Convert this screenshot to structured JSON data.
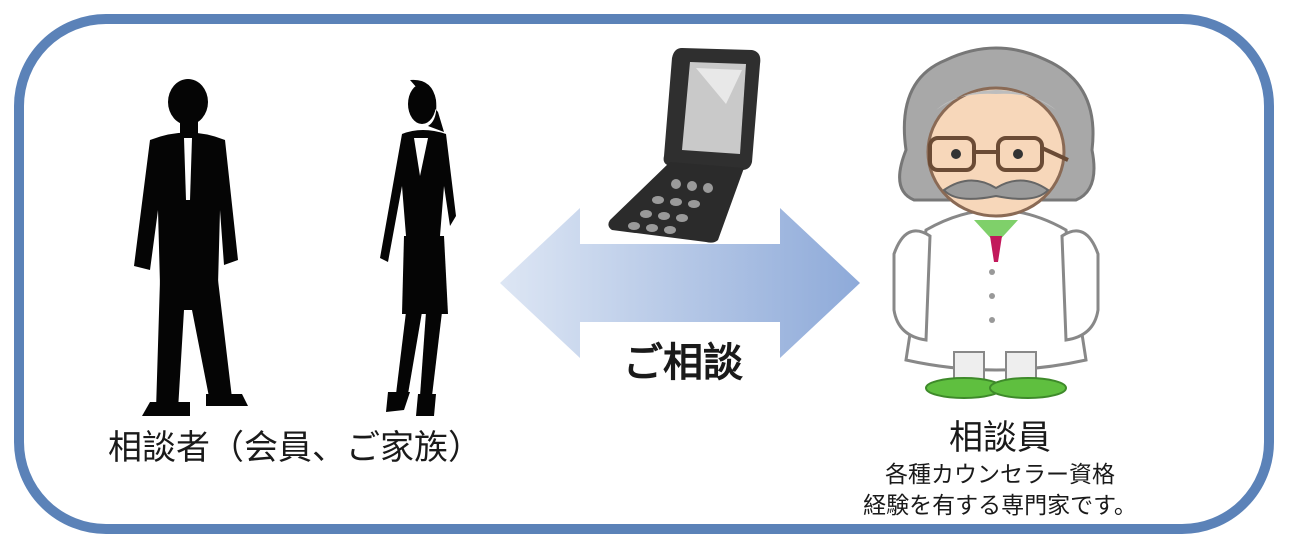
{
  "consulters": {
    "caption": "相談者（会員、ご家族）"
  },
  "arrow": {
    "label": "ご相談"
  },
  "counselor": {
    "title": "相談員",
    "line1": "各種カウンセラー資格",
    "line2": "経験を有する専門家です。"
  },
  "colors": {
    "frame_border": "#5b82b8",
    "arrow_light": "#dde6f4",
    "arrow_dark": "#8eaad9",
    "silhouette": "#050505",
    "phone_body": "#2b2b2b",
    "coat": "#ffffff",
    "hair": "#a8a8a8",
    "shoes": "#5fbf3f"
  },
  "icons": [
    "man-silhouette-icon",
    "woman-silhouette-icon",
    "mobile-phone-icon",
    "double-arrow-icon",
    "counselor-doctor-icon"
  ]
}
